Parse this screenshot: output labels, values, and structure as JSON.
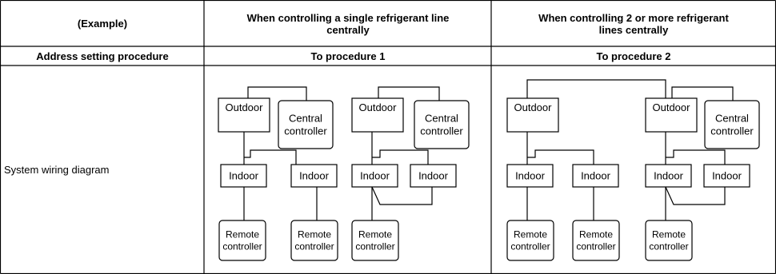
{
  "table": {
    "header": {
      "example": "(Example)",
      "single_line_1": "When controlling a single refrigerant line",
      "single_line_2": "centrally",
      "multi_line_1": "When controlling 2 or more refrigerant",
      "multi_line_2": "lines centrally"
    },
    "procedure_row": {
      "label": "Address setting procedure",
      "single": "To procedure 1",
      "multi": "To procedure 2"
    },
    "diagram_row": {
      "label": "System wiring diagram"
    }
  },
  "diagram": {
    "outdoor": "Outdoor",
    "central_line1": "Central",
    "central_line2": "controller",
    "indoor": "Indoor",
    "remote_line1": "Remote",
    "remote_line2": "controller"
  }
}
